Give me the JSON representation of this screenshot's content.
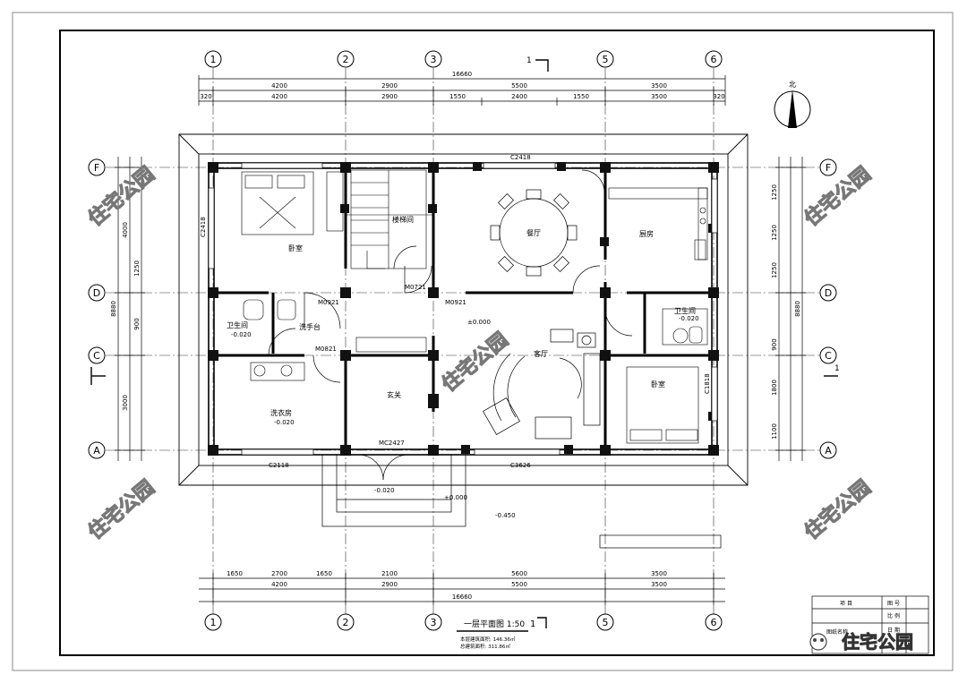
{
  "grid": {
    "columns": [
      "1",
      "2",
      "3",
      "5",
      "6"
    ],
    "rows": [
      "F",
      "D",
      "C",
      "A"
    ]
  },
  "dimensions": {
    "top_total": "16660",
    "top_row1": [
      "4200",
      "2900",
      "5500",
      "3500"
    ],
    "top_row2": [
      "4200",
      "2900",
      "1550",
      "2400",
      "1550",
      "3500"
    ],
    "edge": "320",
    "bottom_total": "16660",
    "bottom_row1": [
      "1650",
      "2700",
      "1650",
      "2100",
      "5600",
      "3500"
    ],
    "bottom_row2": [
      "4200",
      "2900",
      "5500",
      "3500"
    ],
    "left_outer": "8880",
    "left_inner": [
      "4000",
      "1250",
      "900",
      "3000"
    ],
    "right_inner": [
      "1250",
      "1250",
      "1250",
      "900",
      "1800",
      "1100"
    ],
    "right_outer": "8880"
  },
  "rooms": {
    "bedroom1": "卧室",
    "bedroom2": "卧室",
    "dining": "餐厅",
    "kitchen": "厨房",
    "living": "客厅",
    "foyer": "玄关",
    "laundry": "洗衣房",
    "wc1": "卫生间",
    "wc2": "卫生间",
    "wash": "洗手台",
    "stair": "楼梯间"
  },
  "elevations": {
    "floor": "±0.000",
    "wet1": "-0.020",
    "wet2": "-0.020",
    "laundry": "-0.020",
    "entry": "-0.020",
    "outside": "-0.450",
    "step": "+0.000"
  },
  "windows": {
    "c2418": "C2418",
    "c2418b": "C2418",
    "c2118": "C2118",
    "c3626": "C3626",
    "c1818": "C1818",
    "mc": "MC2427",
    "m0921": "M0921",
    "m0821": "M0821",
    "m0921b": "M0921",
    "m0721": "M0721"
  },
  "title": {
    "drawing": "一层平面图 1:50",
    "section": "1",
    "area1": "本层建筑面积: 146.36㎡",
    "area2": "总建筑面积: 311.86㎡",
    "north": "北"
  },
  "title_block": {
    "project": "项 目",
    "drawing": "图 号",
    "name": "图纸名称",
    "scale": "比 例",
    "date": "日 期"
  },
  "watermark": "住宅公园",
  "footer_logo": "住宅公园"
}
